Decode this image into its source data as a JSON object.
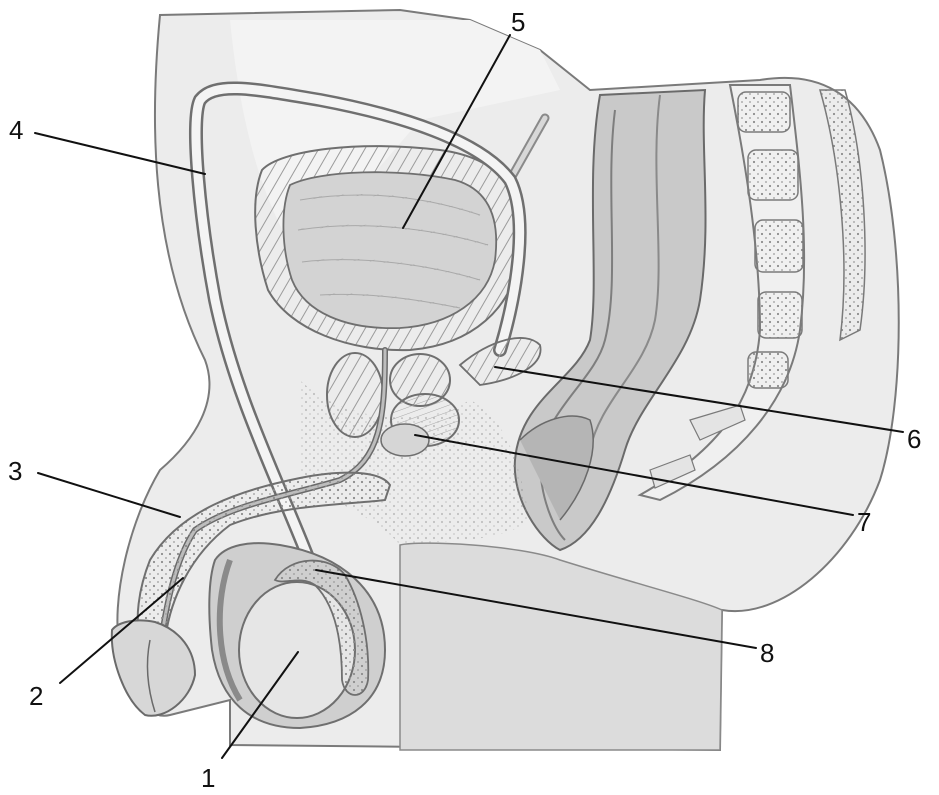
{
  "labels": [
    "1",
    "2",
    "3",
    "4",
    "5",
    "6",
    "7",
    "8"
  ],
  "colors": {
    "background": "#ffffff",
    "tissue": "#e9e9e9",
    "tissue_dark": "#cfcfcf",
    "tissue_mid": "#bdbdbd",
    "outline": "#6f6f6f",
    "leader_line": "#111111",
    "bladder": "#d7d7d7",
    "bone": "#ededed"
  }
}
